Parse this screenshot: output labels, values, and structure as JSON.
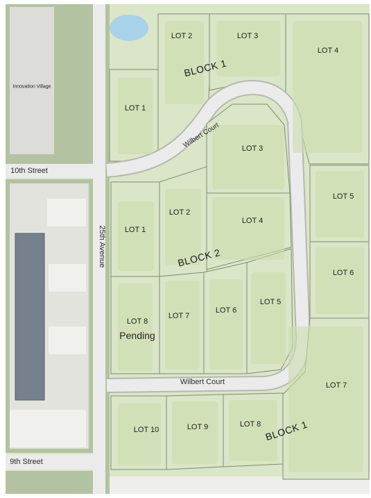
{
  "colors": {
    "page": "#ffffff",
    "lot_fill": "#dbe6c8",
    "lot_inner": "#cbdcae",
    "lot_stroke": "#7c8c6e",
    "road": "#ebebeb",
    "road_edge": "#b5b8b0",
    "grass": "#b3c3a2",
    "building": "#77808d",
    "building_dark": "#566170",
    "parking": "#e2e3dc",
    "pond": "#a8d2ea",
    "curb": "#8f9489"
  },
  "streets": {
    "tenth": "10th Street",
    "ninth": "9th Street",
    "avenue": "25th Avenue",
    "wilbert_upper": "Wilbert Court",
    "wilbert_lower": "Wilbert Court"
  },
  "landmarks": {
    "innovation_village": "Innovation Village"
  },
  "blocks": {
    "block1_north": "BLOCK 1",
    "block2": "BLOCK 2",
    "block1_south": "BLOCK 1"
  },
  "lots": {
    "north_lot1": "LOT 1",
    "north_lot2": "LOT 2",
    "north_lot3": "LOT 3",
    "north_lot4": "LOT 4",
    "b2_lot3": "LOT 3",
    "b2_lot4": "LOT 4",
    "b2_lot2": "LOT 2",
    "b2_lot1": "LOT 1",
    "b2_lot5": "LOT 5",
    "b2_lot6": "LOT 6",
    "b2_lot7": "LOT 7",
    "b2_lot8": "LOT 8",
    "e_lot5": "LOT 5",
    "e_lot6": "LOT 6",
    "e_lot7": "LOT 7",
    "s_lot10": "LOT 10",
    "s_lot9": "LOT 9",
    "s_lot8": "LOT 8"
  },
  "status": {
    "lot8_pending": "Pending"
  }
}
